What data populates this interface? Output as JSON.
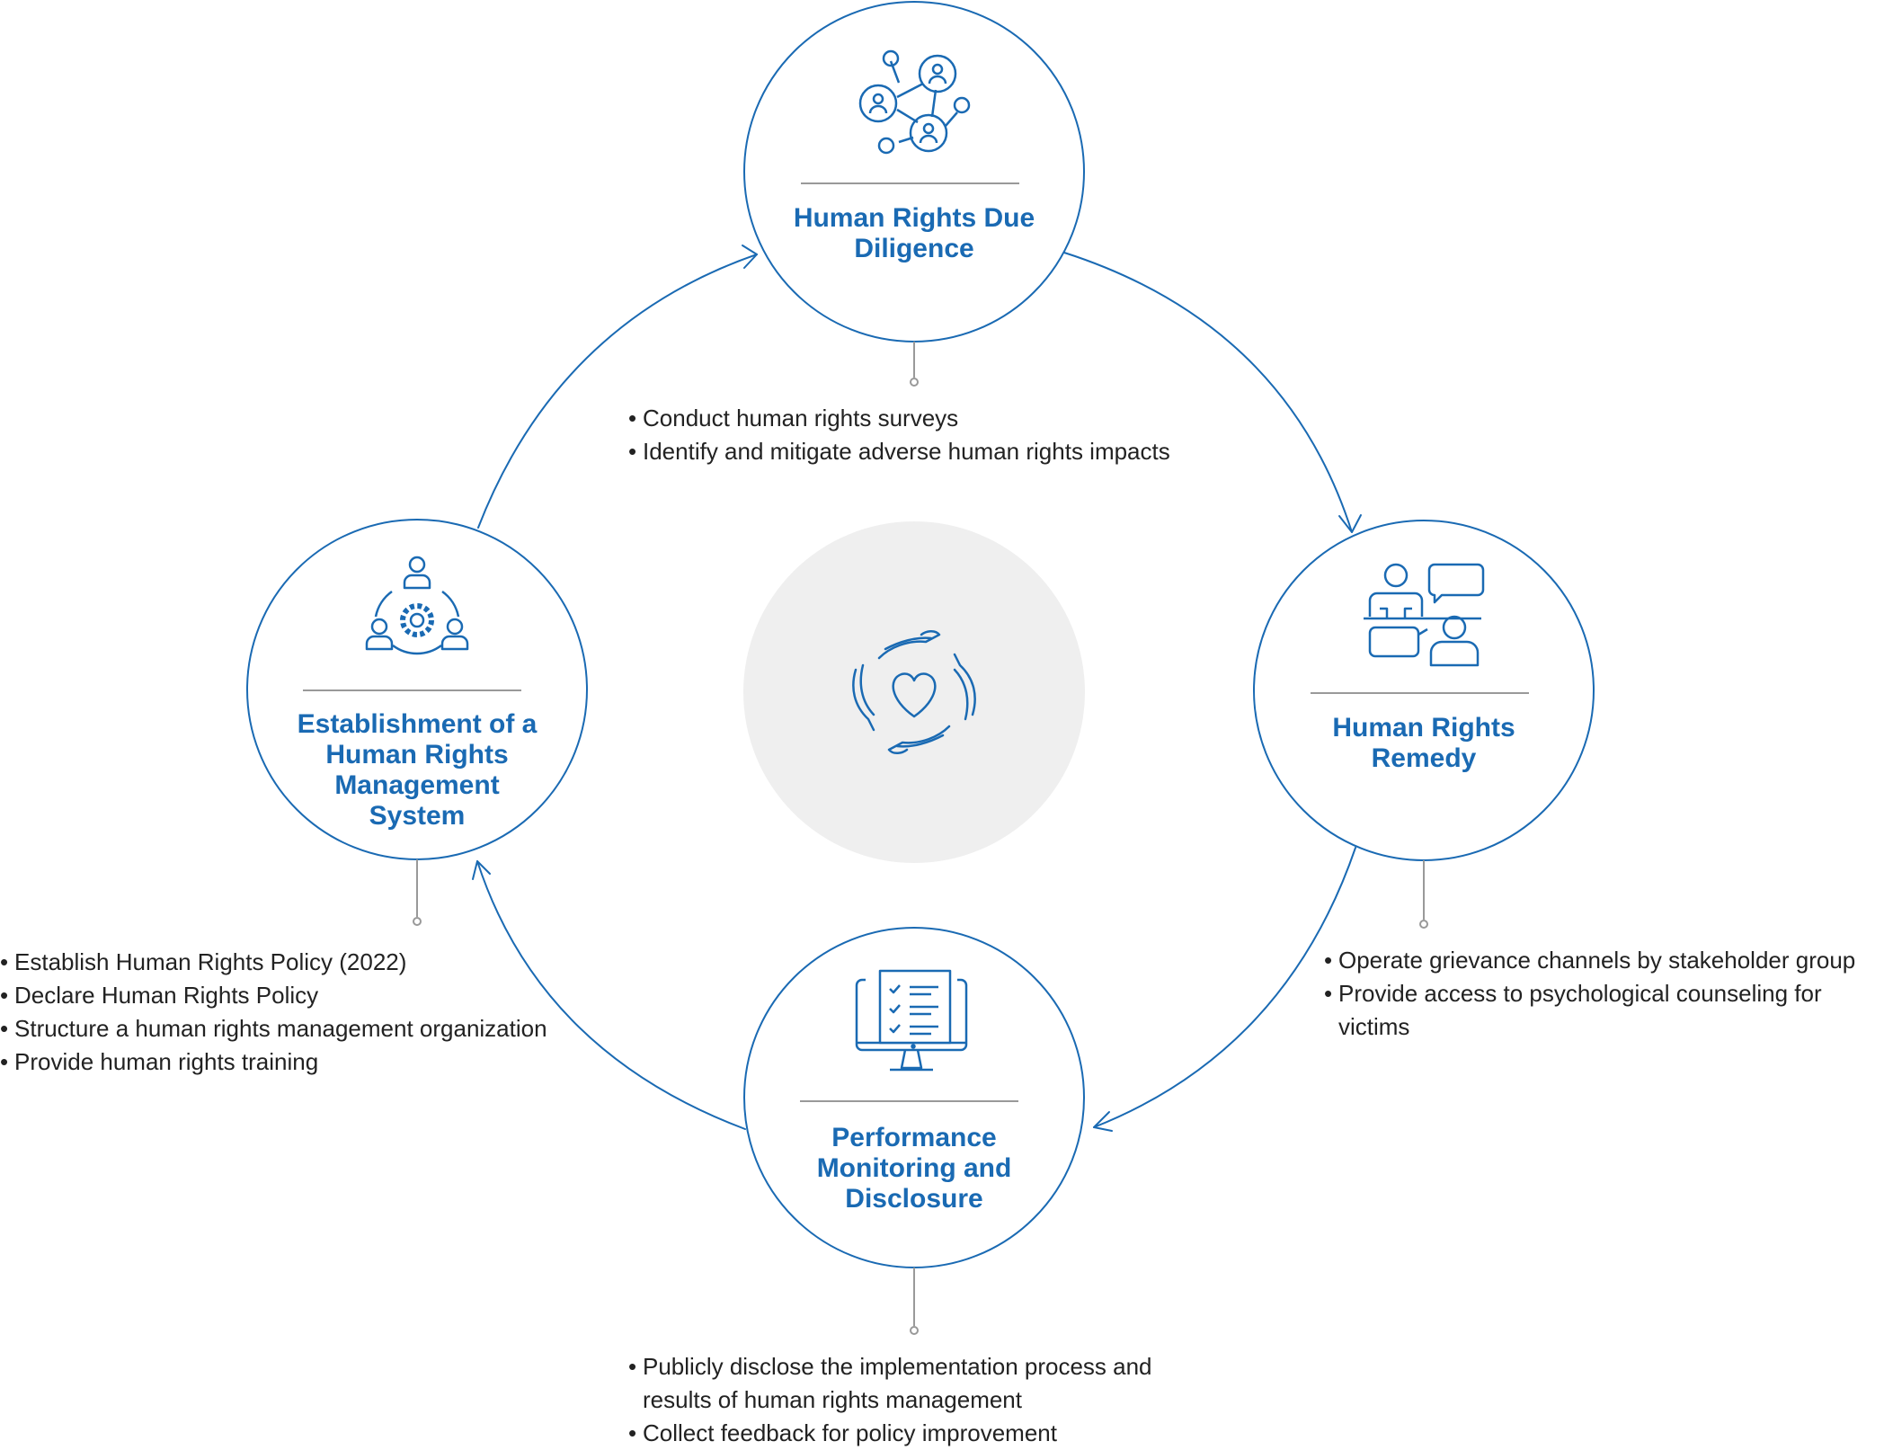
{
  "colors": {
    "accent": "#1a6ab3",
    "center_fill": "#efefef",
    "divider": "#999999",
    "text": "#222222"
  },
  "center": {
    "icon": "hands-heart-icon"
  },
  "nodes": {
    "due_diligence": {
      "icon": "people-network-icon",
      "title_lines": [
        "Human Rights Due",
        "Diligence"
      ],
      "bullets": [
        "Conduct human rights surveys",
        "Identify and mitigate adverse human rights impacts"
      ]
    },
    "remedy": {
      "icon": "consultation-chat-icon",
      "title_lines": [
        "Human Rights",
        "Remedy"
      ],
      "bullets": [
        "Operate grievance channels by stakeholder group",
        "Provide access to psychological counseling for victims"
      ]
    },
    "monitoring": {
      "icon": "checklist-monitor-icon",
      "title_lines": [
        "Performance",
        "Monitoring and",
        "Disclosure"
      ],
      "bullets": [
        "Publicly disclose the implementation process and results of human rights management",
        "Collect feedback for policy improvement"
      ]
    },
    "management": {
      "icon": "team-gear-icon",
      "title_lines": [
        "Establishment of a",
        "Human Rights",
        "Management",
        "System"
      ],
      "bullets": [
        "Establish Human Rights Policy (2022)",
        "Declare Human Rights Policy",
        "Structure a human rights management organization",
        "Provide human rights training"
      ]
    }
  }
}
